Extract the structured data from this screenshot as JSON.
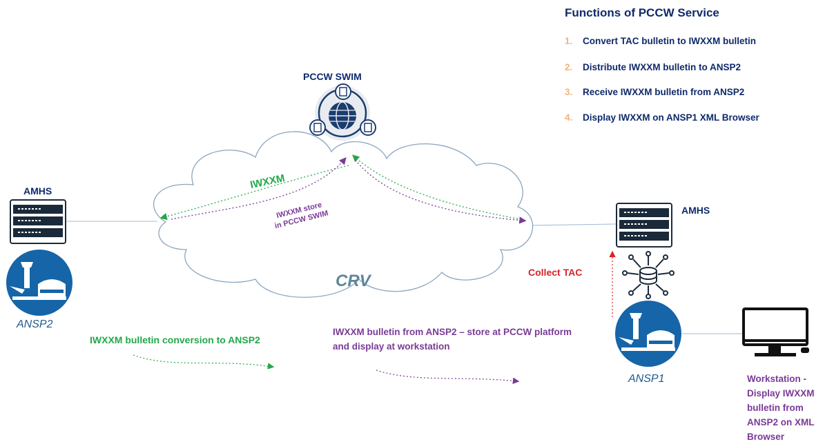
{
  "functions": {
    "title": "Functions of PCCW Service",
    "items": [
      {
        "num": "1.",
        "text": "Convert TAC bulletin to IWXXM bulletin"
      },
      {
        "num": "2.",
        "text": "Distribute  IWXXM bulletin to ANSP2"
      },
      {
        "num": "3.",
        "text": "Receive IWXXM bulletin from ANSP2"
      },
      {
        "num": "4.",
        "text": "Display IWXXM on ANSP1 XML Browser"
      }
    ]
  },
  "swim": {
    "label": "PCCW SWIM"
  },
  "cloud": {
    "label": "CRV",
    "iwxxm_label": "IWXXM",
    "store_label": "IWXXM store in PCCW SWIM"
  },
  "left": {
    "amhs": "AMHS",
    "ansp": "ANSP2"
  },
  "right": {
    "amhs": "AMHS",
    "ansp": "ANSP1",
    "collect": "Collect TAC"
  },
  "legend": {
    "green": "IWXXM bulletin conversion to ANSP2",
    "purple": "IWXXM bulletin from ANSP2 – store at PCCW platform and display at workstation"
  },
  "workstation": {
    "label": "Workstation - Display IWXXM bulletin from ANSP2 on XML Browser"
  },
  "colors": {
    "navy": "#0f2a6b",
    "green": "#22a84a",
    "purple": "#7a3a96",
    "red": "#d9232a",
    "orange_numbers": "#f2b37a",
    "badge_blue": "#1565a8"
  }
}
